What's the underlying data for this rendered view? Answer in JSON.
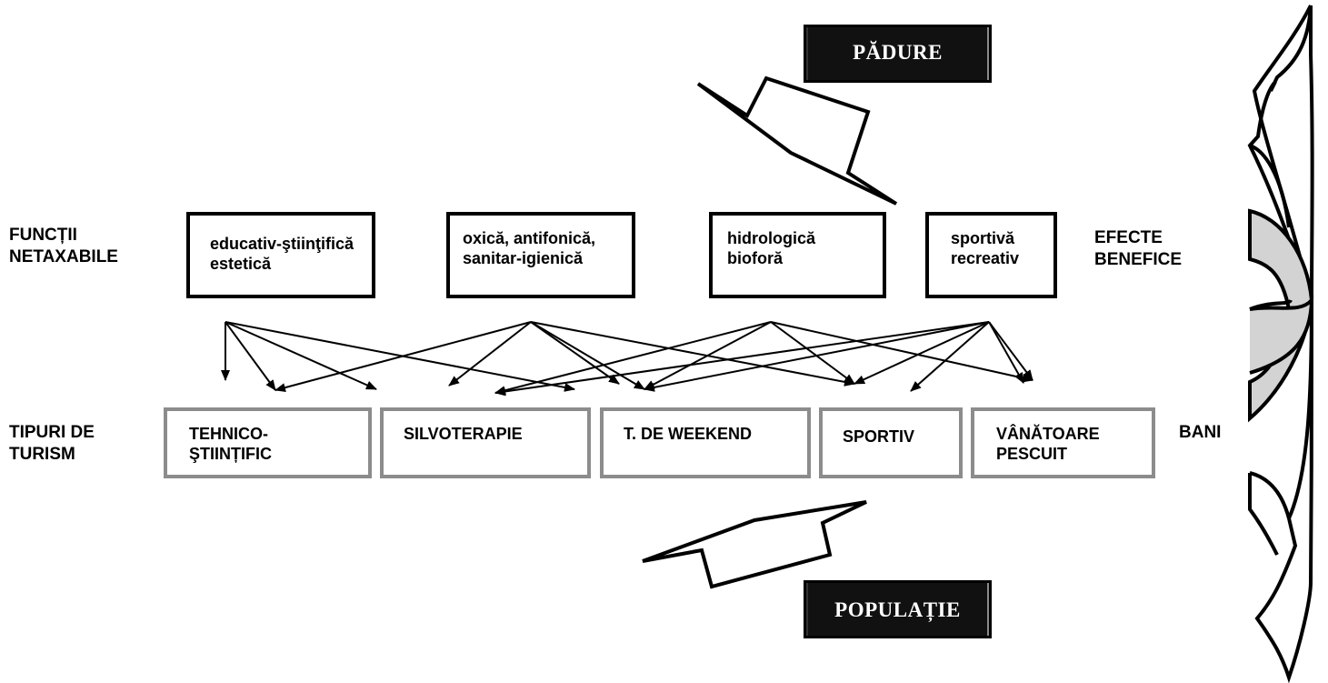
{
  "source": {
    "label": "PĂDURE"
  },
  "target": {
    "label": "POPULAȚIE"
  },
  "left_labels": {
    "functions": "FUNCȚII\nNETAXABILE",
    "tourism_types": "TIPURI DE\nTURISM"
  },
  "right_labels": {
    "effects": "EFECTE\nBENEFICE",
    "money": "BANI"
  },
  "functions": [
    {
      "label": "educativ-ştiinţifică\nestetică"
    },
    {
      "label": "oxică, antifonică,\nsanitar-igienică"
    },
    {
      "label": "hidrologică\nbioforă"
    },
    {
      "label": "sportivă\nrecreativ"
    }
  ],
  "tourism": [
    {
      "label": "TEHNICO-\nŞTIINȚIFIC"
    },
    {
      "label": "SILVOTERAPIE"
    },
    {
      "label": "T. DE WEEKEND"
    },
    {
      "label": "SPORTIV"
    },
    {
      "label": "VÂNĂTOARE\nPESCUIT"
    }
  ],
  "links": [
    {
      "from": 0,
      "to": 0
    },
    {
      "from": 0,
      "to": 1
    },
    {
      "from": 0,
      "to": 2
    },
    {
      "from": 0,
      "to": 3
    },
    {
      "from": 1,
      "to": 1
    },
    {
      "from": 1,
      "to": 2
    },
    {
      "from": 1,
      "to": 3
    },
    {
      "from": 1,
      "to": 4
    },
    {
      "from": 1,
      "to": 5
    },
    {
      "from": 2,
      "to": 3
    },
    {
      "from": 2,
      "to": 4
    },
    {
      "from": 2,
      "to": 5
    },
    {
      "from": 2,
      "to": 7
    },
    {
      "from": 3,
      "to": 1
    },
    {
      "from": 3,
      "to": 3
    },
    {
      "from": 3,
      "to": 4
    },
    {
      "from": 3,
      "to": 6
    },
    {
      "from": 3,
      "to": 7
    },
    {
      "from": 3,
      "to": 8
    }
  ]
}
